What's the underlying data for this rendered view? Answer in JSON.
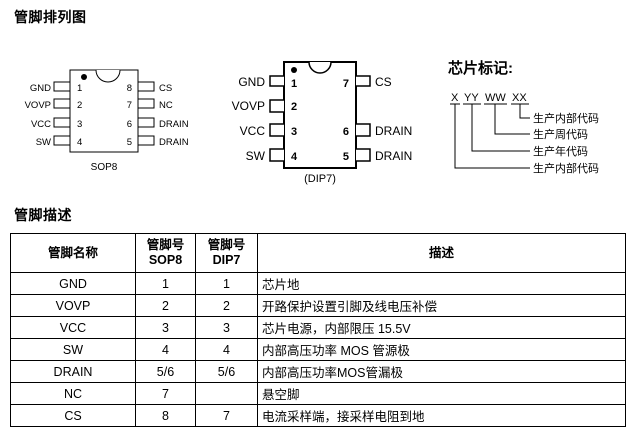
{
  "section_pinout_title": "管脚排列图",
  "section_desc_title": "管脚描述",
  "sop8": {
    "label": "SOP8",
    "left_pins": [
      {
        "name": "GND",
        "num": "1"
      },
      {
        "name": "VOVP",
        "num": "2"
      },
      {
        "name": "VCC",
        "num": "3"
      },
      {
        "name": "SW",
        "num": "4"
      }
    ],
    "right_pins": [
      {
        "name": "CS",
        "num": "8"
      },
      {
        "name": "NC",
        "num": "7"
      },
      {
        "name": "DRAIN",
        "num": "6"
      },
      {
        "name": "DRAIN",
        "num": "5"
      }
    ]
  },
  "dip7": {
    "label": "(DIP7)",
    "left_pins": [
      {
        "name": "GND",
        "num": "1"
      },
      {
        "name": "VOVP",
        "num": "2"
      },
      {
        "name": "VCC",
        "num": "3"
      },
      {
        "name": "SW",
        "num": "4"
      }
    ],
    "right_pins": [
      {
        "name": "CS",
        "num": "7"
      },
      {
        "name": "",
        "num": ""
      },
      {
        "name": "DRAIN",
        "num": "6"
      },
      {
        "name": "DRAIN",
        "num": "5"
      }
    ]
  },
  "marking": {
    "title": "芯片标记:",
    "code_parts": [
      "X",
      "YY",
      "WW",
      "XX"
    ],
    "legend": [
      "生产内部代码",
      "生产周代码",
      "生产年代码",
      "生产内部代码"
    ]
  },
  "table": {
    "headers": {
      "name": "管脚名称",
      "sop8_line1": "管脚号",
      "sop8_line2": "SOP8",
      "dip7_line1": "管脚号",
      "dip7_line2": "DIP7",
      "desc": "描述"
    },
    "rows": [
      {
        "name": "GND",
        "sop8": "1",
        "dip7": "1",
        "desc": "芯片地"
      },
      {
        "name": "VOVP",
        "sop8": "2",
        "dip7": "2",
        "desc": "开路保护设置引脚及线电压补偿"
      },
      {
        "name": "VCC",
        "sop8": "3",
        "dip7": "3",
        "desc": "芯片电源，内部限压 15.5V"
      },
      {
        "name": "SW",
        "sop8": "4",
        "dip7": "4",
        "desc": "内部高压功率 MOS 管源极"
      },
      {
        "name": "DRAIN",
        "sop8": "5/6",
        "dip7": "5/6",
        "desc": "内部高压功率MOS管漏极"
      },
      {
        "name": "NC",
        "sop8": "7",
        "dip7": "",
        "desc": "悬空脚"
      },
      {
        "name": "CS",
        "sop8": "8",
        "dip7": "7",
        "desc": "电流采样端，接采样电阻到地"
      }
    ]
  }
}
